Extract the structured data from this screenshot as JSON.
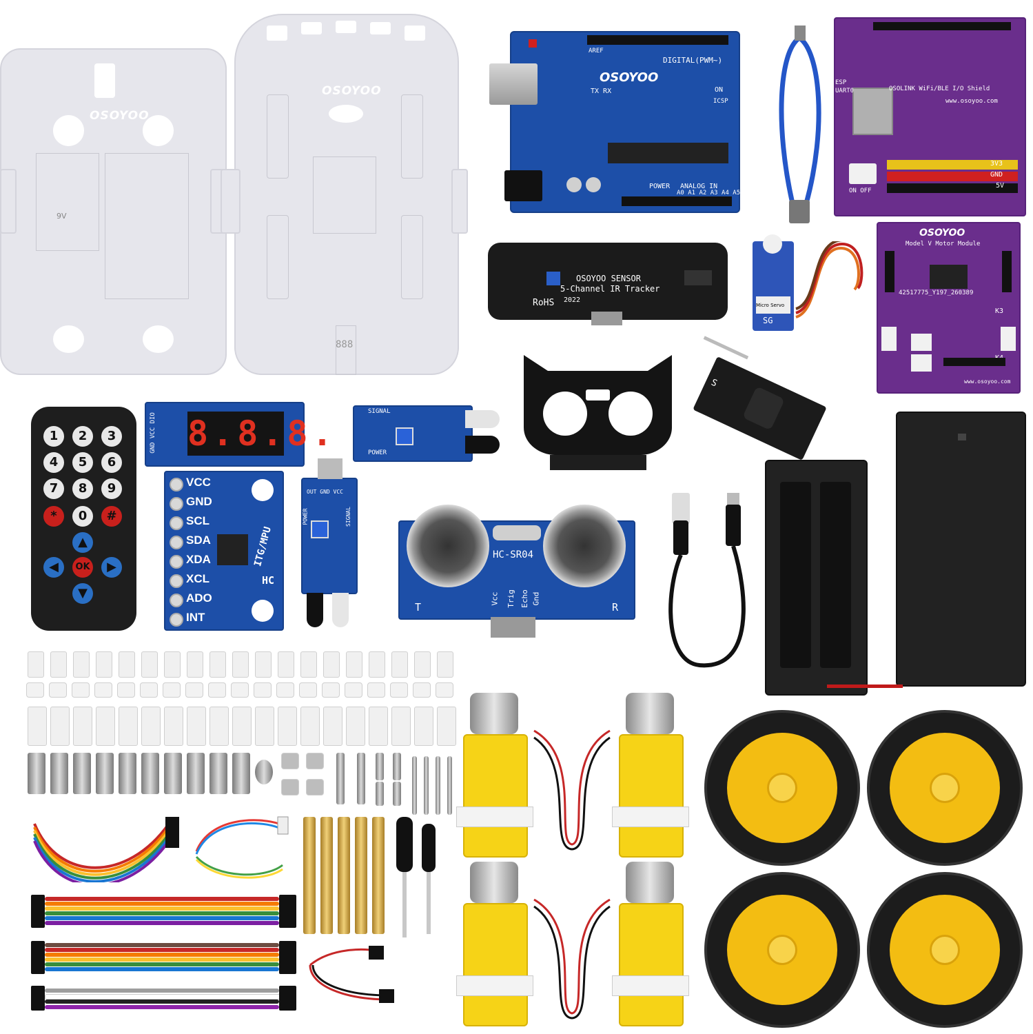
{
  "plates": {
    "brand_left": "OSOYOO",
    "brand_right": "OSOYOO",
    "battery_mark": "9V",
    "display_mark": "888"
  },
  "uno": {
    "brand": "OSOYOO",
    "digital_label": "DIGITAL(PWM~)",
    "tx_rx": "TX  RX",
    "on_label": "ON",
    "icsp_label": "ICSP",
    "power_label": "POWER",
    "analog_label": "ANALOG IN",
    "analog_pins": "A0  A1  A2  A3  A4  A5",
    "aref": "AREF"
  },
  "shield": {
    "brand": "OSOLINK WiFi/BLE I/O Shield",
    "esp_label": "ESP",
    "uart_label": "UART0",
    "v33": "3V3",
    "gnd": "GND",
    "v5": "5V",
    "website": "www.osoyoo.com",
    "on_off": "ON    OFF"
  },
  "tracker": {
    "brand": "OSOYOO SENSOR",
    "title": "5-Channel IR Tracker",
    "rohs": "RoHS",
    "year": "2022"
  },
  "servo": {
    "label": "Micro Servo",
    "model": "SG"
  },
  "motor_module": {
    "brand": "OSOYOO",
    "title": "Model V Motor Module",
    "part_no": "42517775_Y197_260389",
    "k3": "K3",
    "k4": "K4",
    "website": "www.osoyoo.com"
  },
  "remote": {
    "buttons": [
      "1",
      "2",
      "3",
      "4",
      "5",
      "6",
      "7",
      "8",
      "9",
      "*",
      "0",
      "#"
    ],
    "ok": "OK"
  },
  "display_module": {
    "digits": "8.8.8.",
    "pins": "GND VCC DIO"
  },
  "mpu": {
    "pins": [
      "VCC",
      "GND",
      "SCL",
      "SDA",
      "XDA",
      "XCL",
      "ADO",
      "INT"
    ],
    "label": "ITG/MPU",
    "hc": "HC"
  },
  "ir_obstacle": {
    "signal": "SIGNAL",
    "power": "POWER"
  },
  "line_sensor": {
    "labels": "OUT GND VCC",
    "signal": "SIGNAL",
    "power": "POWER"
  },
  "ultrasonic": {
    "model": "HC-SR04",
    "t": "T",
    "r": "R",
    "pins": [
      "Vcc",
      "Trig",
      "Echo",
      "Gnd"
    ]
  },
  "ir_receiver": {
    "s": "S"
  },
  "colors": {
    "acrylic": "#e6e6ec",
    "pcb_blue": "#1d4fa8",
    "pcb_purple": "#6a2e8c",
    "motor_yellow": "#f6d317",
    "tire": "#1c1c1c"
  }
}
